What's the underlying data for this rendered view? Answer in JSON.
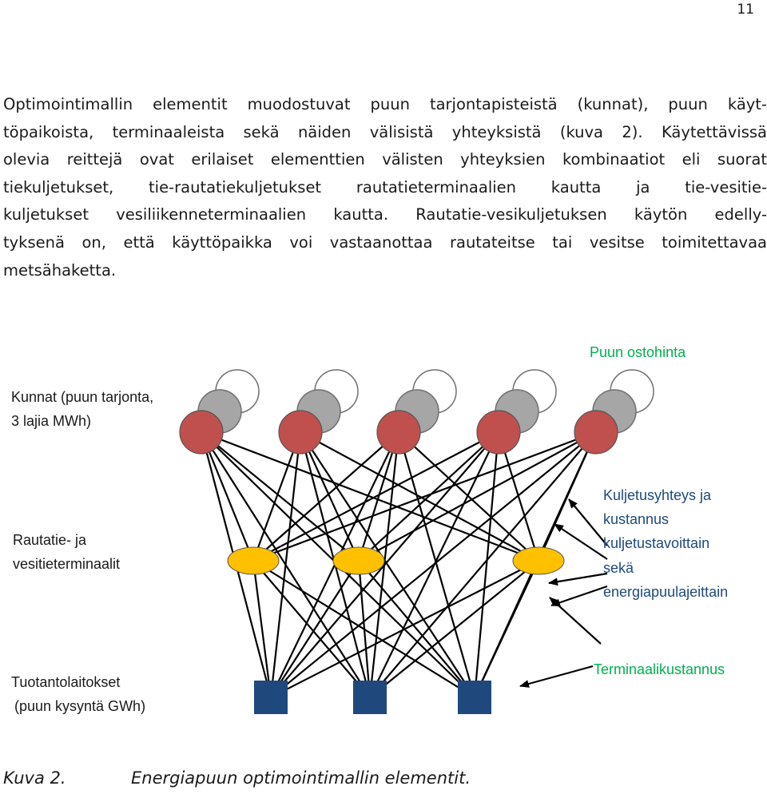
{
  "page_number": "11",
  "paragraph_lines": [
    "Optimointimallin elementit muodostuvat puun tarjontapisteistä (kunnat), puun käyt-",
    "töpaikoista, terminaaleista sekä näiden välisistä yhteyksistä (kuva 2). Käytettävissä",
    "olevia reittejä ovat erilaiset elementtien välisten yhteyksien kombinaatiot eli suorat",
    "tiekuljetukset, tie-rautatiekuljetukset rautatieterminaalien kautta ja tie-vesitie-",
    "kuljetukset vesiliikenneterminaalien kautta. Rautatie-vesikuljetuksen käytön edelly-",
    "tyksenä on, että käyttöpaikka voi vastaanottaa rautateitse tai vesitse toimitettavaa",
    "metsähaketta."
  ],
  "figure": {
    "labels": {
      "puun_ostohinta": "Puun ostohinta",
      "kunnat_1": "Kunnat (puun tarjonta,",
      "kunnat_2": "3 lajia MWh)",
      "terminaalit_1": "Rautatie- ja",
      "terminaalit_2": "vesitieterminaalit",
      "tuotantolaitokset_1": "Tuotantolaitokset",
      "tuotantolaitokset_2": "(puun kysyntä GWh)",
      "kuljetus_1": "Kuljetusyhteys ja",
      "kuljetus_2": "kustannus",
      "kuljetus_3": "kuljetustavoittain",
      "kuljetus_4": "sekä",
      "kuljetus_5": "energiapuulajeittain",
      "terminaalikustannus": "Terminaalikustannus"
    },
    "colors": {
      "municipality_front": "#c0504d",
      "municipality_middle": "#a6a6a6",
      "municipality_back": "#ffffff",
      "terminal": "#ffc000",
      "plant": "#1f497d",
      "green_label": "#00b050",
      "blue_label": "#1f497d",
      "edge": "#000000"
    }
  },
  "caption": {
    "number": "Kuva 2.",
    "text": "Energiapuun optimointimallin elementit."
  }
}
